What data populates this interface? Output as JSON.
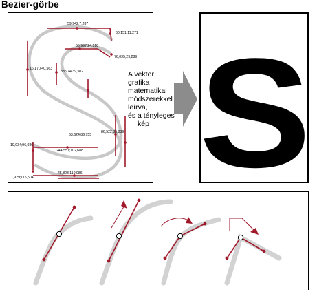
{
  "title": "Bezier-görbe",
  "description_lines": [
    "A vektor",
    "grafika",
    "matematikai",
    "módszerekkel",
    "leírva,",
    "és a tényleges",
    "kép"
  ],
  "glyph": "S",
  "coordinate_labels": [
    "59,942;7,287",
    "60,151;11,271",
    "55,997;24,518",
    "76,095;29,289",
    "16,170;40,563",
    "38,974;39,502",
    "63,624;86,755",
    "86,522;85,839",
    "19,934;96,036",
    "244,551;102,688",
    "17,929;115,504",
    "45,823;119,986"
  ],
  "colors": {
    "curve": "#c8c8c8",
    "handle": "#a0182a",
    "arrow": "#8c8c8c",
    "border": "#000000"
  },
  "icons": {
    "arrow": "right-arrow-icon",
    "anchor": "anchor-point-icon"
  }
}
